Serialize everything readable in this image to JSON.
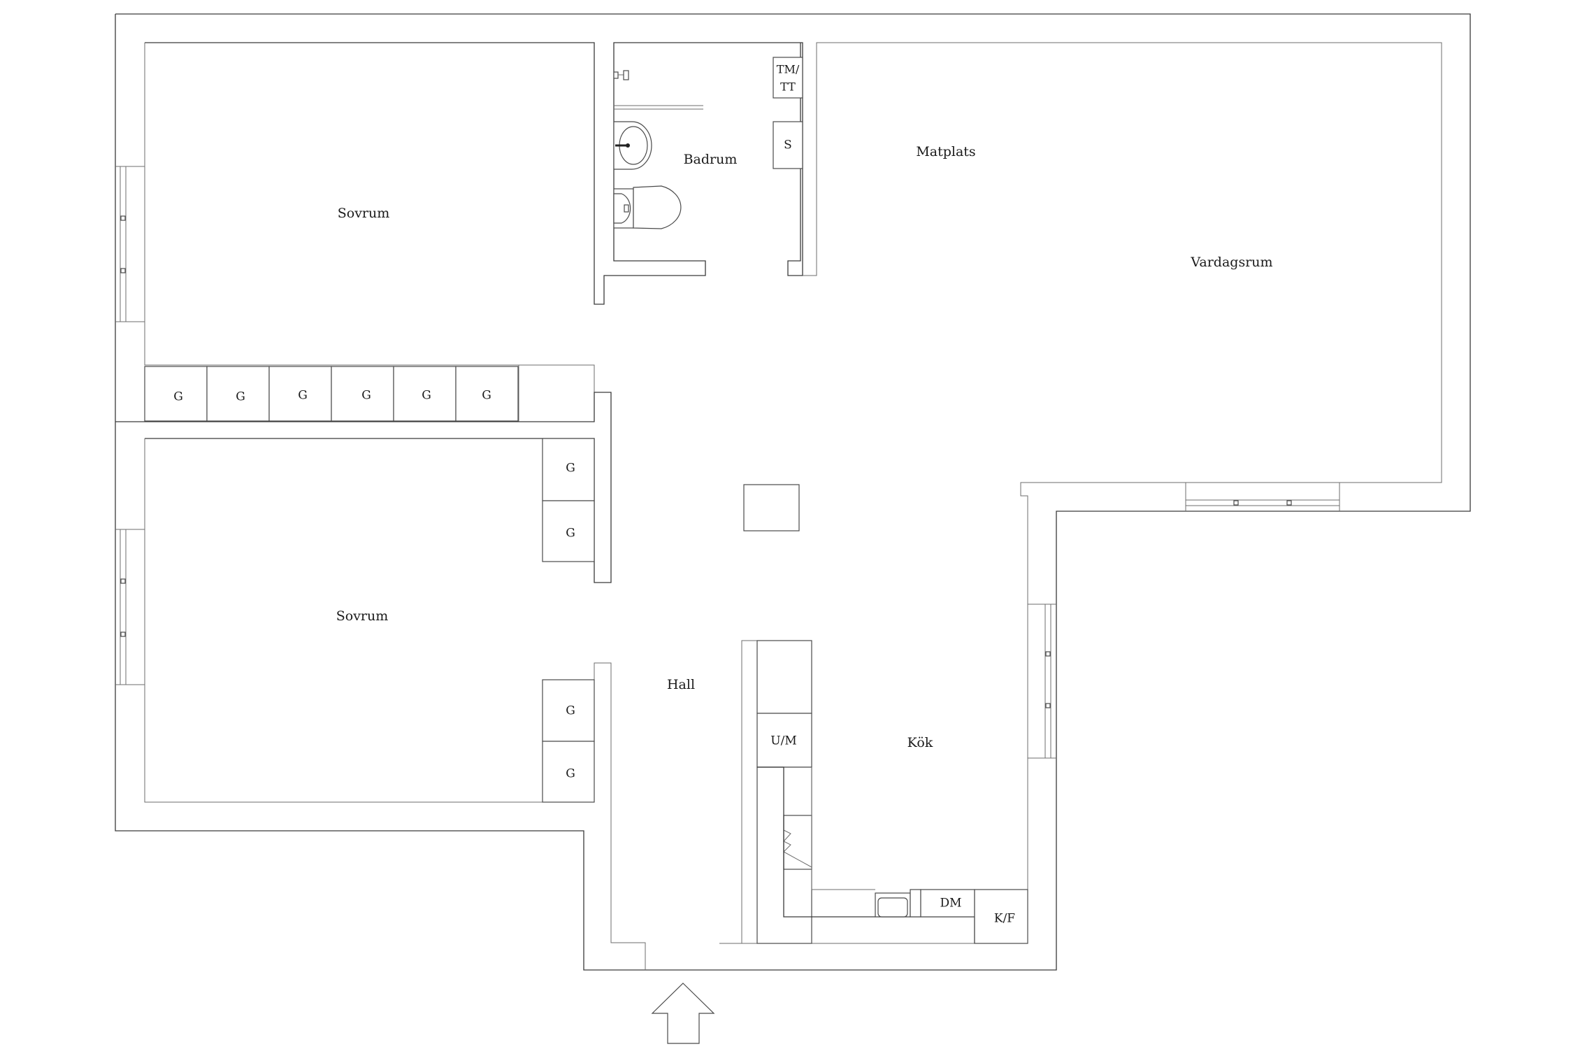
{
  "rooms": {
    "bedroom_top": "Sovrum",
    "bedroom_bottom": "Sovrum",
    "bathroom": "Badrum",
    "dining": "Matplats",
    "living": "Vardagsrum",
    "hall": "Hall",
    "kitchen": "Kök"
  },
  "labels": {
    "wardrobe": "G",
    "washer_dryer_top": "TM/",
    "washer_dryer_bottom": "TT",
    "storage": "S",
    "oven_micro": "U/M",
    "dishwasher": "DM",
    "fridge_freezer": "K/F"
  },
  "icons": {
    "entrance": "entrance-arrow-icon",
    "toilet": "toilet-icon",
    "sink": "sink-icon",
    "kitchen_sink": "kitchen-sink-icon",
    "stove": "stove-icon"
  }
}
